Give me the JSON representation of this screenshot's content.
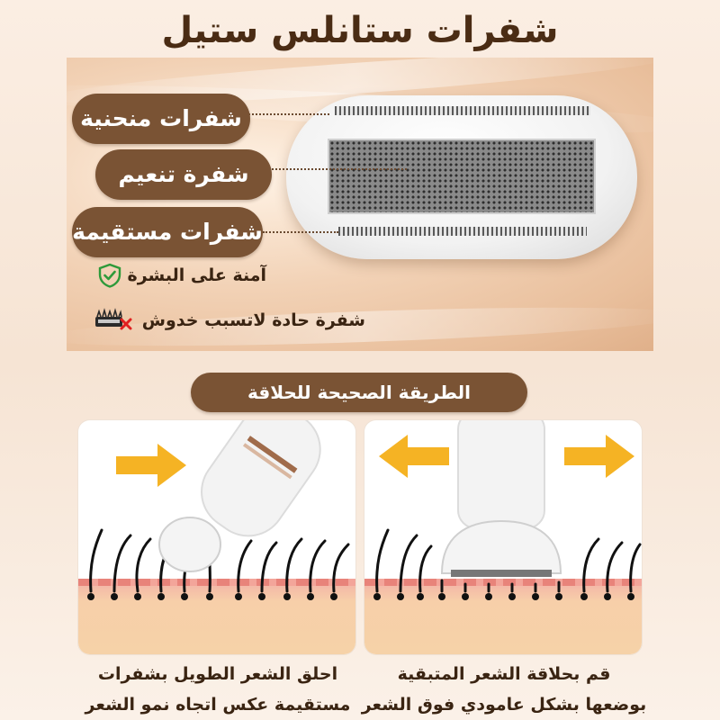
{
  "title": "شفرات ستانلس ستيل",
  "blade_labels": {
    "curved": "شفرات منحنية",
    "smoothing": "شفرة تنعيم",
    "straight": "شفرات مستقيمة"
  },
  "notes": {
    "skin_safe": "آمنة على البشرة",
    "no_scratches": "شفرة حادة لاتسبب خدوش"
  },
  "banner": "الطريقة الصحيحة للحلاقة",
  "captions": {
    "left": {
      "line1": "احلق الشعر الطويل بشفرات",
      "line2": "مستقيمة عكس اتجاه نمو الشعر"
    },
    "right": {
      "line1": "قم بحلاقة الشعر المتبقية",
      "line2": "بوضعها بشكل عامودي فوق الشعر"
    }
  },
  "icons": {
    "shield": "shield-check-icon",
    "razor": "razor-icon",
    "cross": "cross-icon",
    "arrow": "arrow-icon"
  },
  "colors": {
    "pill": "#7a5334",
    "title": "#4a2c14",
    "arrow": "#f5b324",
    "shield": "#2e9a3a",
    "cross": "#e02020"
  }
}
